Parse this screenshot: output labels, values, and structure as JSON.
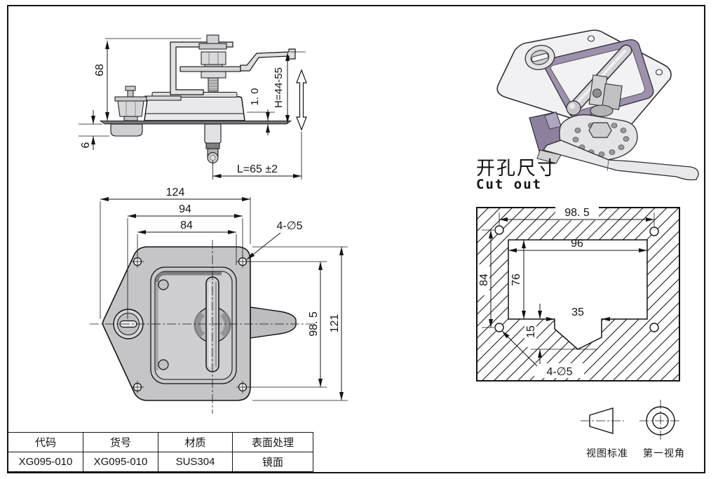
{
  "side_view": {
    "dim_height": "68",
    "dim_lock_depth": "6",
    "dim_panel_thickness": "1. 0",
    "dim_grip_range": "H=44-55",
    "dim_shaft_length": "L=65 ±2"
  },
  "front_view": {
    "dim_overall_width": "124",
    "dim_hole_spacing_h": "94",
    "dim_pan_width": "84",
    "dim_holes": "4-∅5",
    "dim_hole_spacing_v": "98. 5",
    "dim_overall_height": "121"
  },
  "cutout_view": {
    "title_cn": "开孔尺寸",
    "title_en": "Cut out",
    "dim_hole_spacing_h": "98. 5",
    "dim_opening_width": "96",
    "dim_hole_spacing_v": "84",
    "dim_opening_height": "76",
    "dim_notch_width": "35",
    "dim_notch_depth": "15",
    "dim_holes": "4-∅5"
  },
  "projection": {
    "view_standard": "视图标准",
    "first_angle": "第一视角"
  },
  "spec_table": {
    "headers": [
      "代码",
      "货号",
      "材质",
      "表面处理"
    ],
    "values": [
      "XG095-010",
      "XG095-010",
      "SUS304",
      "镜面"
    ]
  },
  "colors": {
    "line": "#141414",
    "metal_light": "#e9e9eb",
    "metal_mid": "#c5c5c7",
    "metal_dark": "#8f8f92",
    "purple": "#9d91ae",
    "paper": "#ffffff"
  }
}
